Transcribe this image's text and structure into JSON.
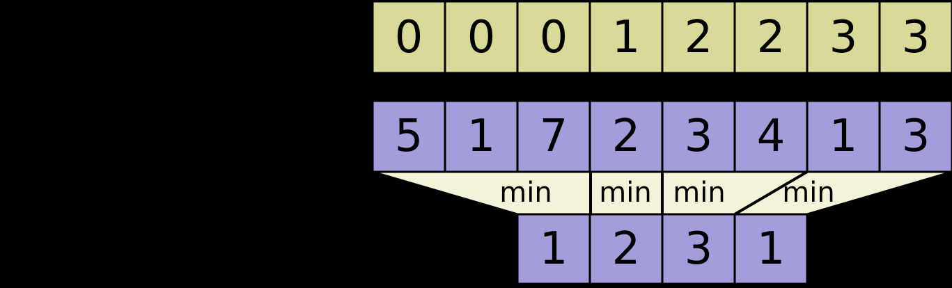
{
  "colors": {
    "background": "#000000",
    "block_index_fill": "#d9da99",
    "array_fill": "#a39edb",
    "min_band_fill": "#f3f3da",
    "border": "#000000",
    "text": "#000000"
  },
  "block_index_row": {
    "values": [
      "0",
      "0",
      "0",
      "1",
      "2",
      "2",
      "3",
      "3"
    ]
  },
  "array_row": {
    "values": [
      "5",
      "1",
      "7",
      "2",
      "3",
      "4",
      "1",
      "3"
    ]
  },
  "min_band": {
    "labels": [
      "min",
      "min",
      "min",
      "min"
    ]
  },
  "block_min_row": {
    "values": [
      "1",
      "2",
      "3",
      "1"
    ]
  }
}
